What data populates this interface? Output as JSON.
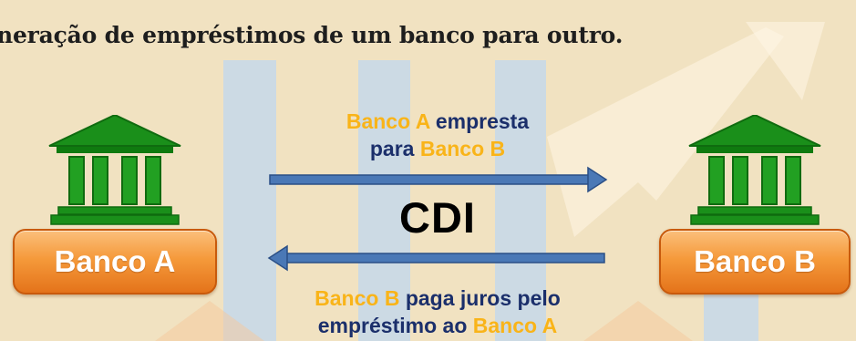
{
  "heading": "neração de empréstimos de um banco para outro.",
  "bank_a": {
    "label": "Banco A"
  },
  "bank_b": {
    "label": "Banco B"
  },
  "center_label": "CDI",
  "top_caption": {
    "line1_highlight": "Banco A",
    "line1_rest": " empresta",
    "line2_start": "para ",
    "line2_highlight": "Banco B"
  },
  "bottom_caption": {
    "line1_highlight": "Banco B",
    "line1_rest": " paga juros pelo",
    "line2_start": "empréstimo ao ",
    "line2_highlight": "Banco A"
  },
  "colors": {
    "background": "#f1e2c1",
    "bank_icon": "#1a8f1a",
    "button_orange": "#f59a3b",
    "arrow_blue": "#4a78b6",
    "highlight_yellow": "#f9b419",
    "caption_navy": "#1b2f6b"
  }
}
